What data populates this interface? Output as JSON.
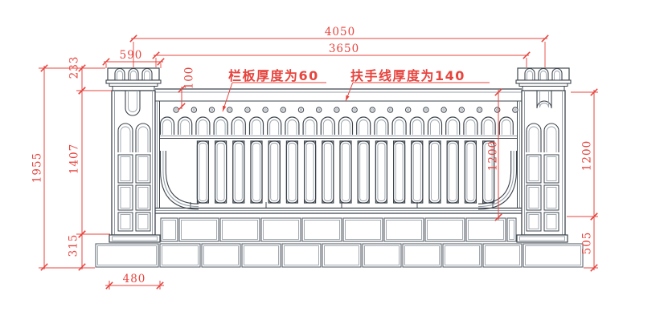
{
  "drawing": {
    "type": "balustrade-elevation-cad-drawing",
    "colors": {
      "background": "#ffffff",
      "dimension": "#e7443e",
      "line_dark": "#3e454d",
      "line_light": "#98a1a9",
      "line_mid": "#5d656d"
    },
    "annotations": {
      "slab_thickness_note": "栏板厚度为60",
      "handrail_thickness_note": "扶手线厚度为140"
    },
    "dimensions": {
      "top_total": "4050",
      "top_clear_span": "3650",
      "cap_width": "590",
      "total_height": "1955",
      "cap_height": "233",
      "shaft_height": "1407",
      "plinth_height": "315",
      "railing_height_inner": "1200",
      "railing_height_right": "1200",
      "base_height_right": "505",
      "handrail_dim": "100",
      "pier_base_width": "480"
    }
  }
}
